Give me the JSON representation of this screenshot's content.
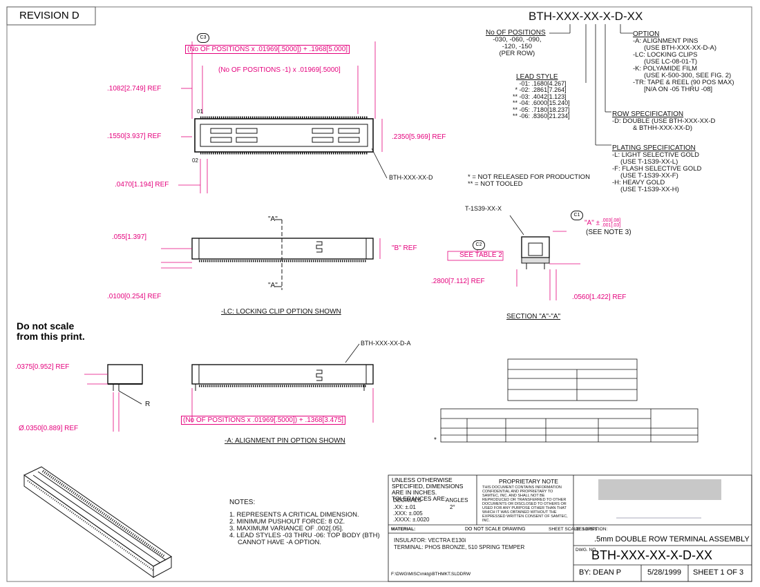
{
  "revision": "REVISION  D",
  "part_title": "BTH-XXX-XX-X-D-XX",
  "positions": {
    "header": "No OF POSITIONS",
    "lines": [
      "-030, -060, -090,",
      "-120, -150",
      "(PER ROW)"
    ]
  },
  "lead_style": {
    "header": "LEAD STYLE",
    "rows": [
      {
        "mark": "",
        "code": "-01:",
        "value": ".1680[4.267]"
      },
      {
        "mark": "*",
        "code": "-02:",
        "value": ".2861[7.264]"
      },
      {
        "mark": "**",
        "code": "-03:",
        "value": ".4042[1.123]"
      },
      {
        "mark": "**",
        "code": "-04:",
        "value": ".6000[15.240]"
      },
      {
        "mark": "**",
        "code": "-05:",
        "value": ".7180[18.237]"
      },
      {
        "mark": "**",
        "code": "-06:",
        "value": ".8360[21.234]"
      }
    ]
  },
  "option": {
    "header": "OPTION",
    "lines": [
      "-A: ALIGNMENT PINS",
      "(USE BTH-XXX-XX-D-A)",
      "-LC: LOCKING CLIPS",
      "(USE LC-08-01-T)",
      "-K: POLYAMIDE FILM",
      "(USE K-500-300, SEE FIG. 2)",
      "-TR: TAPE & REEL (90 POS MAX)",
      "[N/A ON -05 THRU -08]"
    ]
  },
  "row_spec": {
    "header": "ROW SPECIFICATION",
    "lines": [
      "-D: DOUBLE (USE BTH-XXX-XX-D",
      "& BTHH-XXX-XX-D)"
    ]
  },
  "plating_spec": {
    "header": "PLATING SPECIFICATION",
    "lines": [
      "-L: LIGHT SELECTIVE GOLD",
      "(USE T-1S39-XX-L)",
      "-F: FLASH SELECTIVE GOLD",
      "(USE T-1S39-XX-F)",
      "-H: HEAVY GOLD",
      "(USE T-1S39-XX-H)"
    ]
  },
  "release_notes": [
    "* = NOT RELEASED FOR PRODUCTION",
    "** = NOT TOOLED"
  ],
  "top_view": {
    "c3": "C3",
    "dim_overall": "(No OF POSITIONS x .01969[.5000]) + .1968[5.000]",
    "dim_pitch": "(No OF POSITIONS -1) x .01969[.5000]",
    "ref1": ".1082[2.749] REF",
    "ref2": ".1550[3.937] REF",
    "ref3": ".0470[1.194] REF",
    "ref4": ".2350[5.969] REF",
    "pin01": "01",
    "pin02": "02",
    "callout": "BTH-XXX-XX-D"
  },
  "lc_view": {
    "ref1": ".055[1.397]",
    "ref2": ".0100[0.254] REF",
    "section_a": "\"A\"",
    "b_ref": "\"B\" REF",
    "caption": "-LC: LOCKING CLIP OPTION SHOWN"
  },
  "section_view": {
    "label": "T-1S39-XX-X",
    "c1": "C1",
    "c2": "C2",
    "a_tol": "\"A\" ±",
    "a_tol_hi": ".003[.08]",
    "a_tol_lo": ".001[.03]",
    "see_note": "(SEE NOTE 3)",
    "see_table": "SEE TABLE 2",
    "ref1": ".2800[7.112] REF",
    "ref2": ".0560[1.422] REF",
    "caption": "SECTION \"A\"-\"A\""
  },
  "do_not_scale": [
    "Do not scale",
    "from this print."
  ],
  "a_view": {
    "ref1": ".0375[0.952] REF",
    "r_label": "R",
    "dia": "Ø.0350[0.889] REF",
    "callout": "BTH-XXX-XX-D-A",
    "dim_overall": "(No OF POSITIONS x .01969[.5000]) + .1368[3.475]",
    "caption": "-A: ALIGNMENT PIN OPTION SHOWN"
  },
  "table2_mark": "*",
  "notes": {
    "header": "NOTES:",
    "lines": [
      "1.  REPRESENTS A CRITICAL DIMENSION.",
      "2. MINIMUM PUSHOUT FORCE: 8 OZ.",
      "3. MAXIMUM VARIANCE OF .002[.05].",
      "4. LEAD STYLES -03 THRU -06: TOP BODY (BTH)",
      "CANNOT HAVE -A OPTION."
    ]
  },
  "title_block": {
    "tol_header": "UNLESS OTHERWISE SPECIFIED, DIMENSIONS ARE IN INCHES. TOLERANCES ARE:",
    "decimals_label": "DECIMALS",
    "angles_label": "ANGLES",
    "dec1": ".XX: ±.01",
    "dec2": ".XXX: ±.005",
    "dec3": ".XXXX: ±.0020",
    "angle": "2°",
    "proprietary_header": "PROPRIETARY NOTE",
    "proprietary_text": "THIS DOCUMENT CONTAINS INFORMATION CONFIDENTIAL AND PROPRIETARY TO SAMTEC, INC. AND SHALL NOT BE REPRODUCED OR TRANSFERRED TO OTHER DOCUMENTS OR DISCLOSED TO OTHERS OR USED FOR ANY PURPOSE OTHER THAN THAT WHICH IT WAS OBTAINED WITHOUT THE EXPRESSED WRITTEN CONSENT OF SAMTEC, INC.",
    "material_label": "MATERIAL:",
    "do_not_scale": "DO NOT SCALE DRAWING",
    "sheet_scale": "SHEET SCALE: 1.875:1",
    "description_label": "DESCRIPTION:",
    "insulator": "INSULATOR: VECTRA E130i",
    "terminal": "TERMINAL: PHOS BRONZE, 510 SPRING TEMPER",
    "description": ".5mm DOUBLE ROW TERMINAL ASSEMBLY",
    "dwg_label": "DWG. NO.",
    "dwg_no": "BTH-XXX-XX-X-D-XX",
    "by": "BY:  DEAN P",
    "date": "5/28/1999",
    "sheet": "SHEET 1 OF 3",
    "file_path": "F:\\DWG\\MISC\\mktg\\BTHMKT.SLDDRW"
  },
  "colors": {
    "dimension": "#e4007c",
    "line": "#111111"
  }
}
